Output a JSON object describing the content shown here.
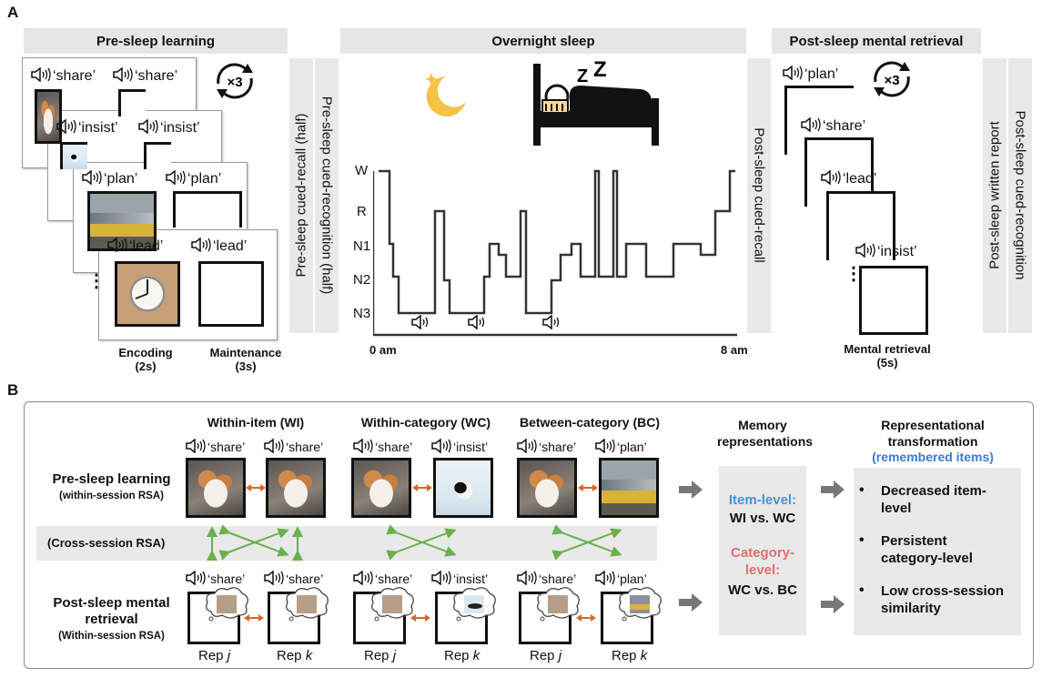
{
  "panel_a": {
    "letter": "A",
    "headers": {
      "pre_sleep": "Pre-sleep learning",
      "overnight": "Overnight sleep",
      "post_sleep": "Post-sleep mental retrieval"
    },
    "repeat_label": "×3",
    "words": [
      "‘share’",
      "‘insist’",
      "‘plan’",
      "‘lead’"
    ],
    "ellipsis": "⋮",
    "encoding_label": "Encoding",
    "encoding_dur": "(2s)",
    "maintenance_label": "Maintenance",
    "maintenance_dur": "(3s)",
    "side_labels": {
      "cued_recall_half": "Pre-sleep cued-recall (half)",
      "cued_recognition_half": "Pre-sleep cued-recognition (half)",
      "post_cued_recall": "Post-sleep cued-recall",
      "post_written": "Post-sleep written report",
      "post_recognition": "Post-sleep cued-recognition"
    },
    "hypnogram": {
      "stages": [
        "W",
        "R",
        "N1",
        "N2",
        "N3"
      ],
      "x_start": "0 am",
      "x_end": "8 am"
    },
    "post_words": [
      "‘plan’",
      "‘share’",
      "‘lead’",
      "‘insist’"
    ],
    "mental_retrieval_label": "Mental retrieval",
    "mental_retrieval_dur": "(5s)",
    "sleep_icon": "zzz-icon"
  },
  "panel_b": {
    "letter": "B",
    "columns": {
      "wi": "Within-item (WI)",
      "wc": "Within-category (WC)",
      "bc": "Between-category (BC)"
    },
    "row_pre": "Pre-sleep learning",
    "row_pre_sub": "(within-session RSA)",
    "row_cross": "(Cross-session RSA)",
    "row_post": "Post-sleep mental retrieval",
    "row_post_sub": "(Within-session RSA)",
    "pair_words": {
      "wi": [
        "‘share’",
        "‘share’"
      ],
      "wc": [
        "‘share’",
        "‘insist’"
      ],
      "bc": [
        "‘share’",
        "‘plan’"
      ]
    },
    "post_pair_words": {
      "wi": [
        "‘share’",
        "‘share’"
      ],
      "wc": [
        "‘share’",
        "‘insist’"
      ],
      "bc": [
        "‘share’",
        "‘plan’"
      ]
    },
    "rep_labels": [
      [
        "Rep ",
        "j"
      ],
      [
        "Rep ",
        "k"
      ]
    ],
    "memory_title": "Memory representations",
    "item_level_label": "Item-level:",
    "item_level_value": "WI vs. WC",
    "category_level_label": "Category-level:",
    "category_level_value": "WC vs. BC",
    "transform_title": "Representational transformation",
    "transform_sub": "(remembered items)",
    "bullets": [
      "Decreased item-level",
      "Persistent category-level",
      "Low cross-session similarity"
    ],
    "colors": {
      "item_level": "#4a90d9",
      "category_level": "#e07070",
      "cross_arrow": "#6ab04c",
      "pair_arrow": "#d9662a",
      "panel_gray": "#e9e9e9",
      "remembered_blue": "#3a7bd5"
    }
  }
}
